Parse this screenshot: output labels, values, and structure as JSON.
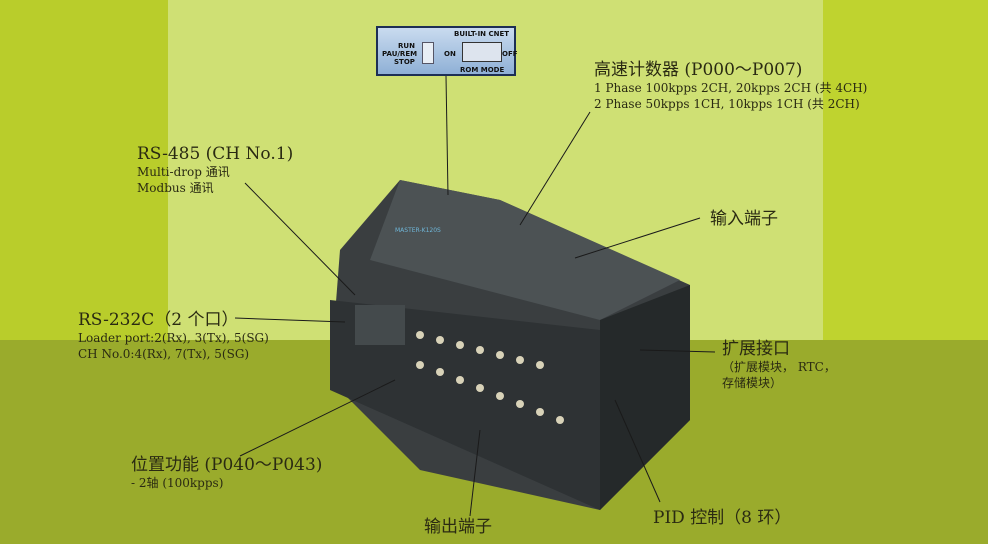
{
  "switch_panel": {
    "run": "RUN",
    "pau_rem": "PAU/REM",
    "stop": "STOP",
    "builtin_cnet": "BUILT-IN CNET",
    "on": "ON",
    "off": "OFF",
    "rom_mode": "ROM MODE"
  },
  "callouts": {
    "high_speed_counter": {
      "title": "高速计数器 (P000～P007)",
      "line1": "1 Phase 100kpps 2CH, 20kpps 2CH (共 4CH)",
      "line2": "2 Phase 50kpps 1CH, 10kpps 1CH (共 2CH)"
    },
    "rs485": {
      "title": "RS-485 (CH No.1)",
      "line1": "Multi-drop 通讯",
      "line2": "Modbus 通讯"
    },
    "input_terminal": {
      "title": "输入端子"
    },
    "rs232c": {
      "title": "RS-232C（2 个口）",
      "line1": "Loader port:2(Rx), 3(Tx), 5(SG)",
      "line2": "CH No.0:4(Rx), 7(Tx), 5(SG)"
    },
    "expansion_port": {
      "title": "扩展接口",
      "line1": "（扩展模块， RTC，",
      "line2": "存储模块）"
    },
    "positioning": {
      "title": "位置功能 (P040～P043)",
      "line1": "- 2轴 (100kpps)"
    },
    "output_terminal": {
      "title": "输出端子"
    },
    "pid": {
      "title": "PID 控制（8 环）"
    }
  },
  "device": {
    "brand": "MASTER-K120S"
  }
}
